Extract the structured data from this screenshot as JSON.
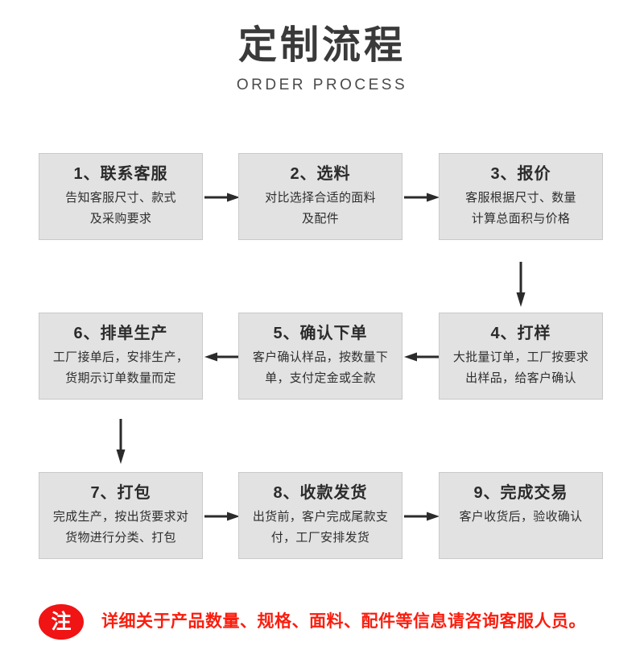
{
  "header": {
    "title_cn": "定制流程",
    "title_en": "ORDER PROCESS"
  },
  "flow": {
    "rows": [
      {
        "direction": "right",
        "steps": [
          {
            "title": "1、联系客服",
            "lines": [
              "告知客服尺寸、款式",
              "及采购要求"
            ]
          },
          {
            "title": "2、选料",
            "lines": [
              "对比选择合适的面料",
              "及配件"
            ]
          },
          {
            "title": "3、报价",
            "lines": [
              "客服根据尺寸、数量",
              "计算总面积与价格"
            ]
          }
        ]
      },
      {
        "direction": "left",
        "steps": [
          {
            "title": "6、排单生产",
            "lines": [
              "工厂接单后，安排生产，",
              "货期示订单数量而定"
            ]
          },
          {
            "title": "5、确认下单",
            "lines": [
              "客户确认样品，按数量下",
              "单，支付定金或全款"
            ]
          },
          {
            "title": "4、打样",
            "lines": [
              "大批量订单，工厂按要求",
              "出样品，给客户确认"
            ]
          }
        ]
      },
      {
        "direction": "right",
        "steps": [
          {
            "title": "7、打包",
            "lines": [
              "完成生产，按出货要求对",
              "货物进行分类、打包"
            ]
          },
          {
            "title": "8、收款发货",
            "lines": [
              "出货前，客户完成尾款支",
              "付，工厂安排发货"
            ]
          },
          {
            "title": "9、完成交易",
            "lines": [
              "客户收货后，验收确认"
            ]
          }
        ]
      }
    ]
  },
  "note": {
    "badge": "注",
    "text": "详细关于产品数量、规格、面料、配件等信息请咨询客服人员。"
  },
  "colors": {
    "box_fill": "#e2e2e2",
    "box_border": "#c9c9c9",
    "title_text": "#3a3a3a",
    "arrow": "#2b2b2b",
    "note_red": "#fa1e0f",
    "badge_red": "#f01414"
  }
}
